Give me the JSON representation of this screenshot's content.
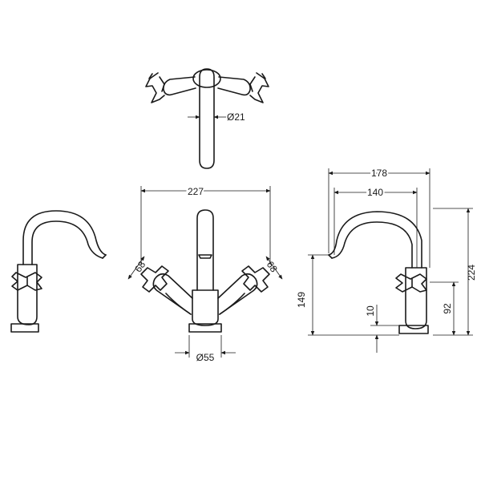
{
  "dimensions": {
    "bore_diameter": "Ø21",
    "handle_span": "227",
    "handle_height_left": "68",
    "handle_height_right": "68",
    "base_diameter": "Ø55",
    "overall_reach": "178",
    "spout_reach": "140",
    "overall_height": "224",
    "spout_outlet_height": "149",
    "handle_centre_height": "92",
    "base_height": "10"
  },
  "colors": {
    "line": "#1a1a1a",
    "background": "#ffffff"
  }
}
